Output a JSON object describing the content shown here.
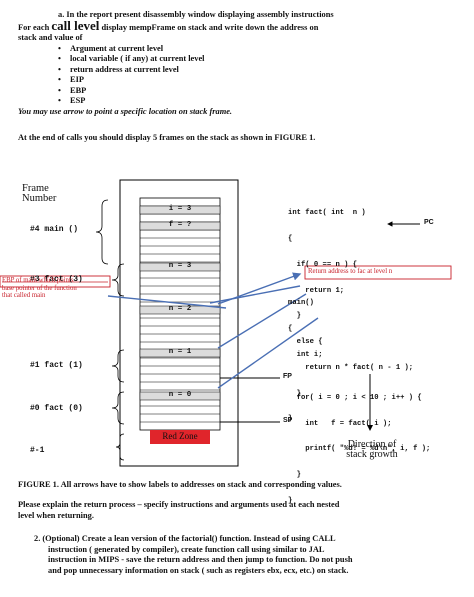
{
  "intro": {
    "line1": "a.   In the report present disassembly window  displaying assembly instructions",
    "line2_pre": "For each ",
    "line2_big": "call level",
    "line2_post": " display mempFrame on stack and write down the address on",
    "line3": "stack and value of",
    "bullets": [
      "Argument at current level",
      "local variable ( if any) at current level",
      "return address at current level",
      "EIP",
      "EBP",
      "ESP"
    ],
    "arrow_note": "You may use arrow to point a specific location on stack frame.",
    "frames_note": "At the end of calls you should display 5 frames on the stack as shown in FIGURE 1."
  },
  "figure": {
    "frame_number_label_1": "Frame",
    "frame_number_label_2": "Number",
    "frames": [
      {
        "label": "#4 main ()"
      },
      {
        "label": "#3 fact (3)"
      },
      {
        "label": "#1 fact (1)"
      },
      {
        "label": "#0 fact (0)"
      },
      {
        "label": "#-1"
      }
    ],
    "cells": {
      "i3": "i = 3",
      "fq": "f = ?",
      "n3": "n = 3",
      "n2": "n = 2",
      "n1": "n = 1",
      "n0": "n = 0",
      "redzone": "Red Zone"
    },
    "code_fact": [
      "int fact( int  n )",
      "{",
      "  if( 0 == n ) {",
      "    return 1;",
      "  }",
      "  else {",
      "    return n * fact( n - 1 );",
      "  }",
      "}"
    ],
    "code_main": [
      "main()",
      "{",
      "  int i;",
      "",
      "  for( i = 0 ; i < 10 ; i++ ) {",
      "    int   f = fact( i );",
      "    printf( \"%d! = %d\\n\", i, f );",
      "  }",
      "}"
    ],
    "pc_label": "PC",
    "fp_label": "FP",
    "sp_label": "SP",
    "return_note": "Return address to fac at level n",
    "ebp_note_1": "EBP of main which points",
    "ebp_note_2": "base pointer of the function",
    "ebp_note_3": "that called main",
    "direction_1": "Direction of",
    "direction_2": "stack growth"
  },
  "caption": "FIGURE 1.  All arrows have to show labels to addresses on stack and corresponding values.",
  "explain_1": "Please explain the return process – specify instructions and arguments used at each nested",
  "explain_2": "level when returning.",
  "optional": [
    "2.  (Optional) Create a lean version of the factorial() function.  Instead of using CALL",
    "instruction ( generated by compiler),  create function call  using similar to  JAL",
    "instruction in MIPS  - save  the return address and then jump to function.  Do not push",
    "and pop unnecessary information on stack ( such as registers  ebx, ecx, etc.) on stack."
  ],
  "colors": {
    "arrow": "#4a6fb4",
    "red": "#c8202a",
    "redzone": "#e0252b"
  }
}
